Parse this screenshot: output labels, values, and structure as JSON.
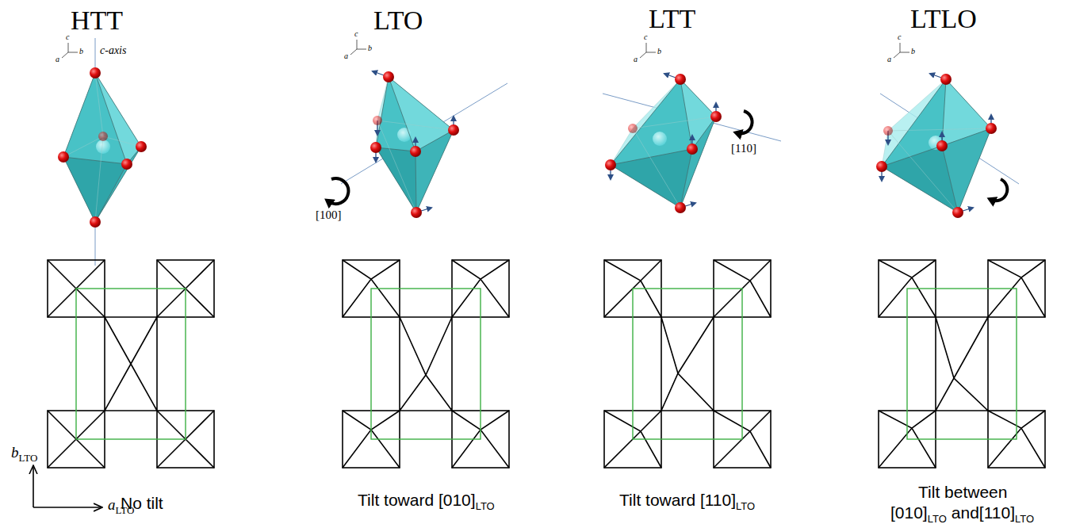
{
  "diagram": {
    "labels": [
      "HTT",
      "LTO",
      "LTT",
      "LTLO",
      "c",
      "a",
      "b",
      "c",
      "a",
      "b",
      "c",
      "a",
      "b",
      "c",
      "a",
      "b",
      "c-axis",
      "[100]",
      "[110]",
      "b",
      "LTO",
      "a",
      "LTO",
      "No tilt",
      "Tilt toward [010]",
      "LTO",
      "Tilt toward [110]",
      "LTO",
      "Tilt between",
      "[010]",
      "LTO",
      "and[110]",
      "LTO"
    ]
  }
}
